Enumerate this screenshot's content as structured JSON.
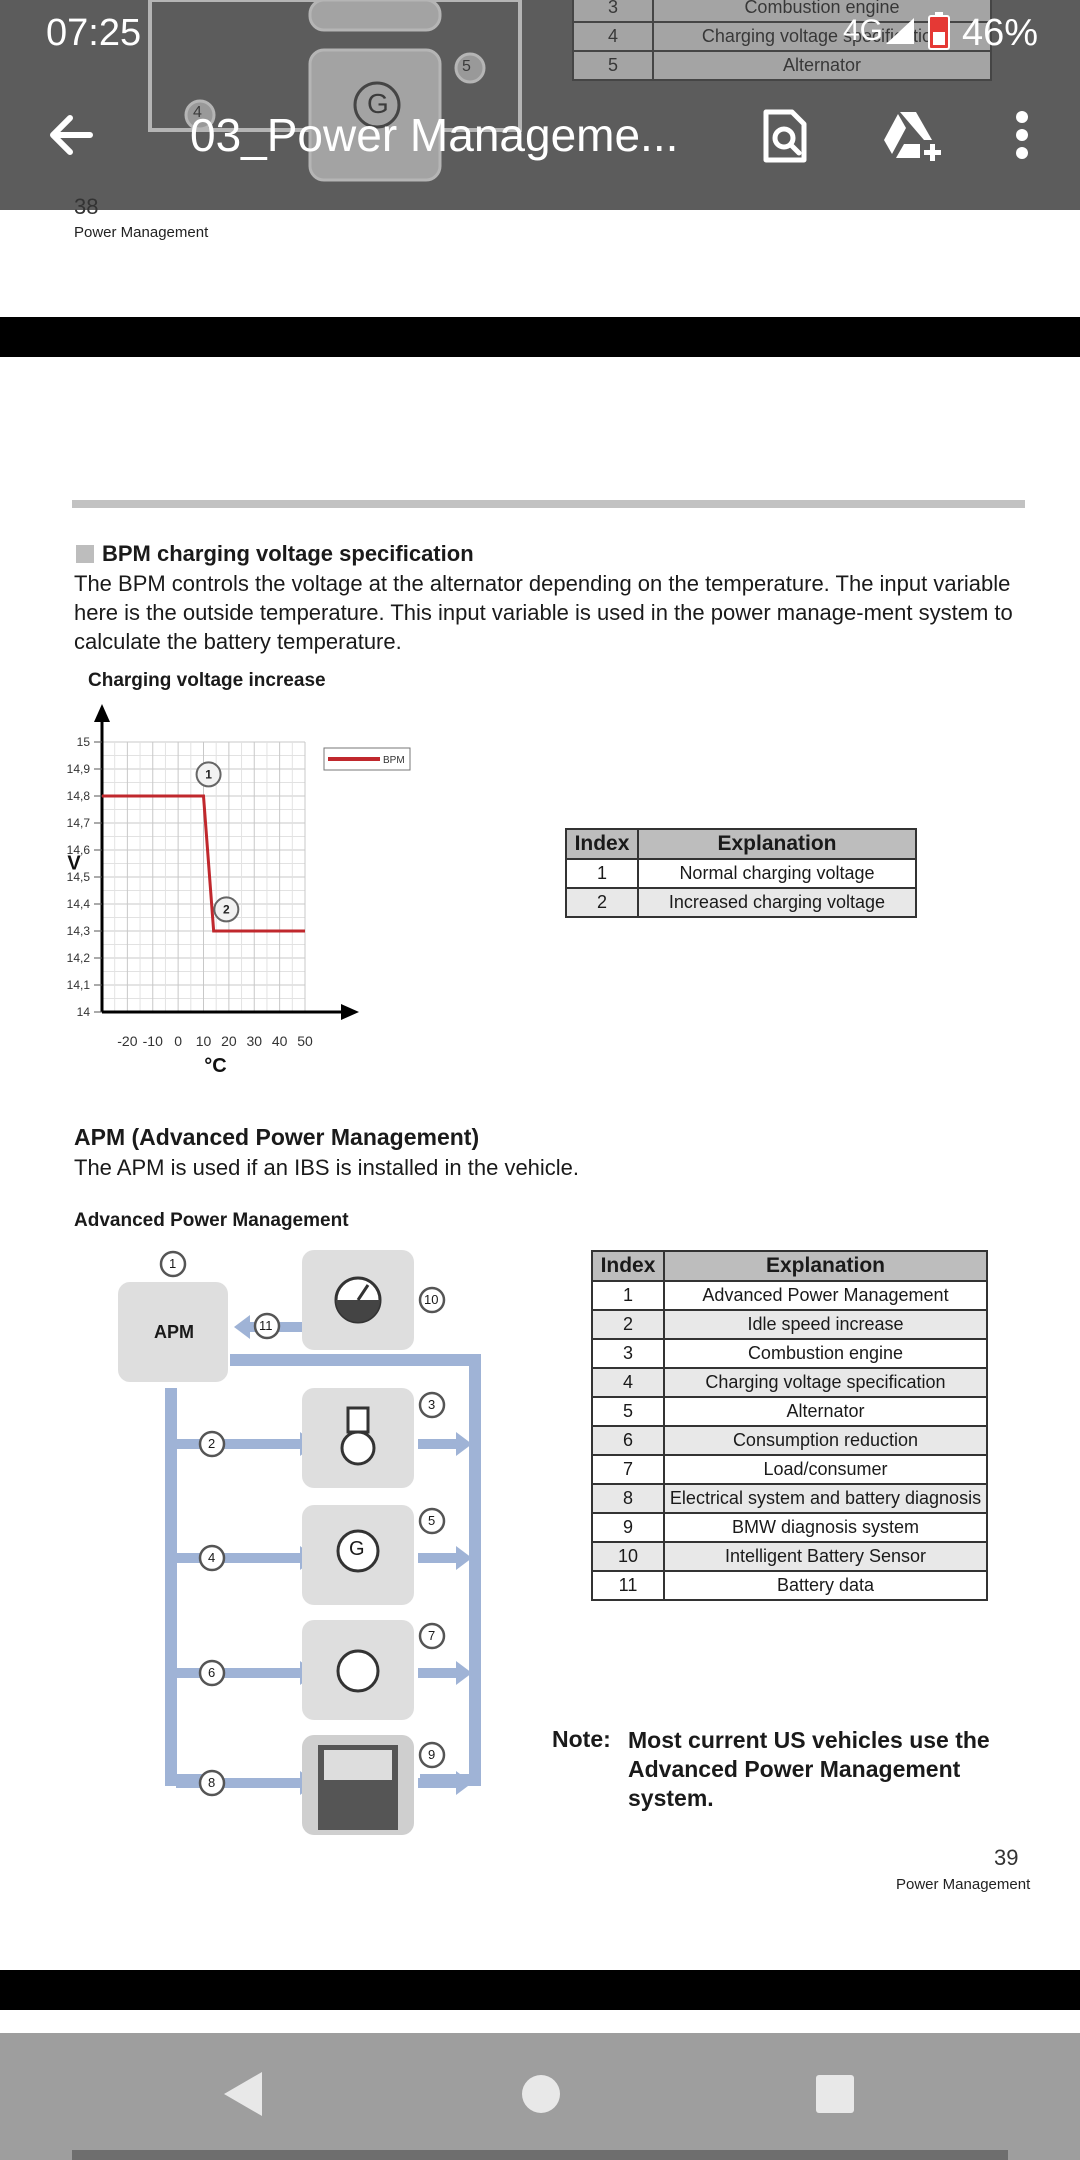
{
  "status_bar": {
    "time": "07:25",
    "network": "4G",
    "battery": "46%"
  },
  "app_bar": {
    "title": "03_Power Manageme...",
    "icons": [
      "back-arrow-icon",
      "document-search-icon",
      "drive-add-icon",
      "more-vert-icon"
    ]
  },
  "behind_header": {
    "rows": [
      {
        "index": "3",
        "explanation": "Combustion engine"
      },
      {
        "index": "4",
        "explanation": "Charging voltage specification"
      },
      {
        "index": "5",
        "explanation": "Alternator"
      }
    ],
    "diagram_label_g": "G",
    "diagram_num_5": "5",
    "diagram_num_4": "4"
  },
  "page38": {
    "number": "38",
    "footer": "Power Management"
  },
  "page39": {
    "section1_heading": "BPM charging voltage specification",
    "section1_body": "The BPM controls the voltage at the alternator depending on the temperature. The input variable here is the outside temperature. This input variable is used in the power manage-ment system to calculate the battery temperature.",
    "chart_title": "Charging voltage increase",
    "table1": {
      "headers": [
        "Index",
        "Explanation"
      ],
      "rows": [
        {
          "index": "1",
          "explanation": "Normal charging voltage"
        },
        {
          "index": "2",
          "explanation": "Increased charging voltage"
        }
      ]
    },
    "section2_heading": "APM (Advanced Power Management)",
    "section2_body": "The APM is used if an IBS is installed in the vehicle.",
    "diagram_title": "Advanced Power Management",
    "diagram_apm_label": "APM",
    "diagram_callouts": [
      "1",
      "2",
      "3",
      "4",
      "5",
      "6",
      "7",
      "8",
      "9",
      "10",
      "11"
    ],
    "diagram_g_label": "G",
    "table2": {
      "headers": [
        "Index",
        "Explanation"
      ],
      "rows": [
        {
          "index": "1",
          "explanation": "Advanced Power Management"
        },
        {
          "index": "2",
          "explanation": "Idle speed increase"
        },
        {
          "index": "3",
          "explanation": "Combustion engine"
        },
        {
          "index": "4",
          "explanation": "Charging voltage specification"
        },
        {
          "index": "5",
          "explanation": "Alternator"
        },
        {
          "index": "6",
          "explanation": "Consumption reduction"
        },
        {
          "index": "7",
          "explanation": "Load/consumer"
        },
        {
          "index": "8",
          "explanation": "Electrical system and battery diagnosis"
        },
        {
          "index": "9",
          "explanation": "BMW diagnosis system"
        },
        {
          "index": "10",
          "explanation": "Intelligent Battery Sensor"
        },
        {
          "index": "11",
          "explanation": "Battery data"
        }
      ]
    },
    "note_label": "Note:",
    "note_text": "Most current US vehicles use the Advanced Power Management system.",
    "page_number": "39",
    "footer": "Power Management"
  },
  "chart_data": {
    "type": "line",
    "title": "",
    "xlabel": "°C",
    "ylabel": "V",
    "x_ticks": [
      "-20",
      "-10",
      "0",
      "10",
      "20",
      "30",
      "40",
      "50"
    ],
    "y_ticks": [
      "14",
      "14,1",
      "14,2",
      "14,3",
      "14,4",
      "14,5",
      "14,6",
      "14,7",
      "14,8",
      "14,9",
      "15"
    ],
    "xlim": [
      -30,
      50
    ],
    "ylim": [
      14,
      15
    ],
    "grid": true,
    "legend": "top-right",
    "series": [
      {
        "name": "BPM",
        "color": "#c0282d",
        "x": [
          -30,
          10,
          14,
          50
        ],
        "y": [
          14.8,
          14.8,
          14.3,
          14.3
        ]
      }
    ],
    "annotations": [
      {
        "label": "1",
        "x": 12,
        "y": 14.88
      },
      {
        "label": "2",
        "x": 19,
        "y": 14.38
      }
    ]
  },
  "nav_bar": {
    "icons": [
      "nav-back-icon",
      "nav-home-icon",
      "nav-recents-icon"
    ]
  }
}
